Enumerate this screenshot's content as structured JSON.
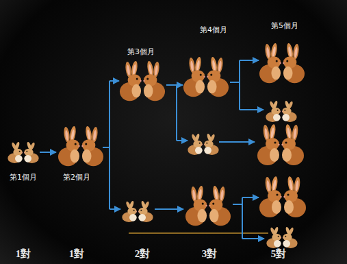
{
  "diagram": {
    "labels": [
      "第4個月",
      "第5個月",
      "第3個月",
      "第1個月",
      "第2個月",
      "1對",
      "1對",
      "2對",
      "3對",
      "5對"
    ]
  }
}
